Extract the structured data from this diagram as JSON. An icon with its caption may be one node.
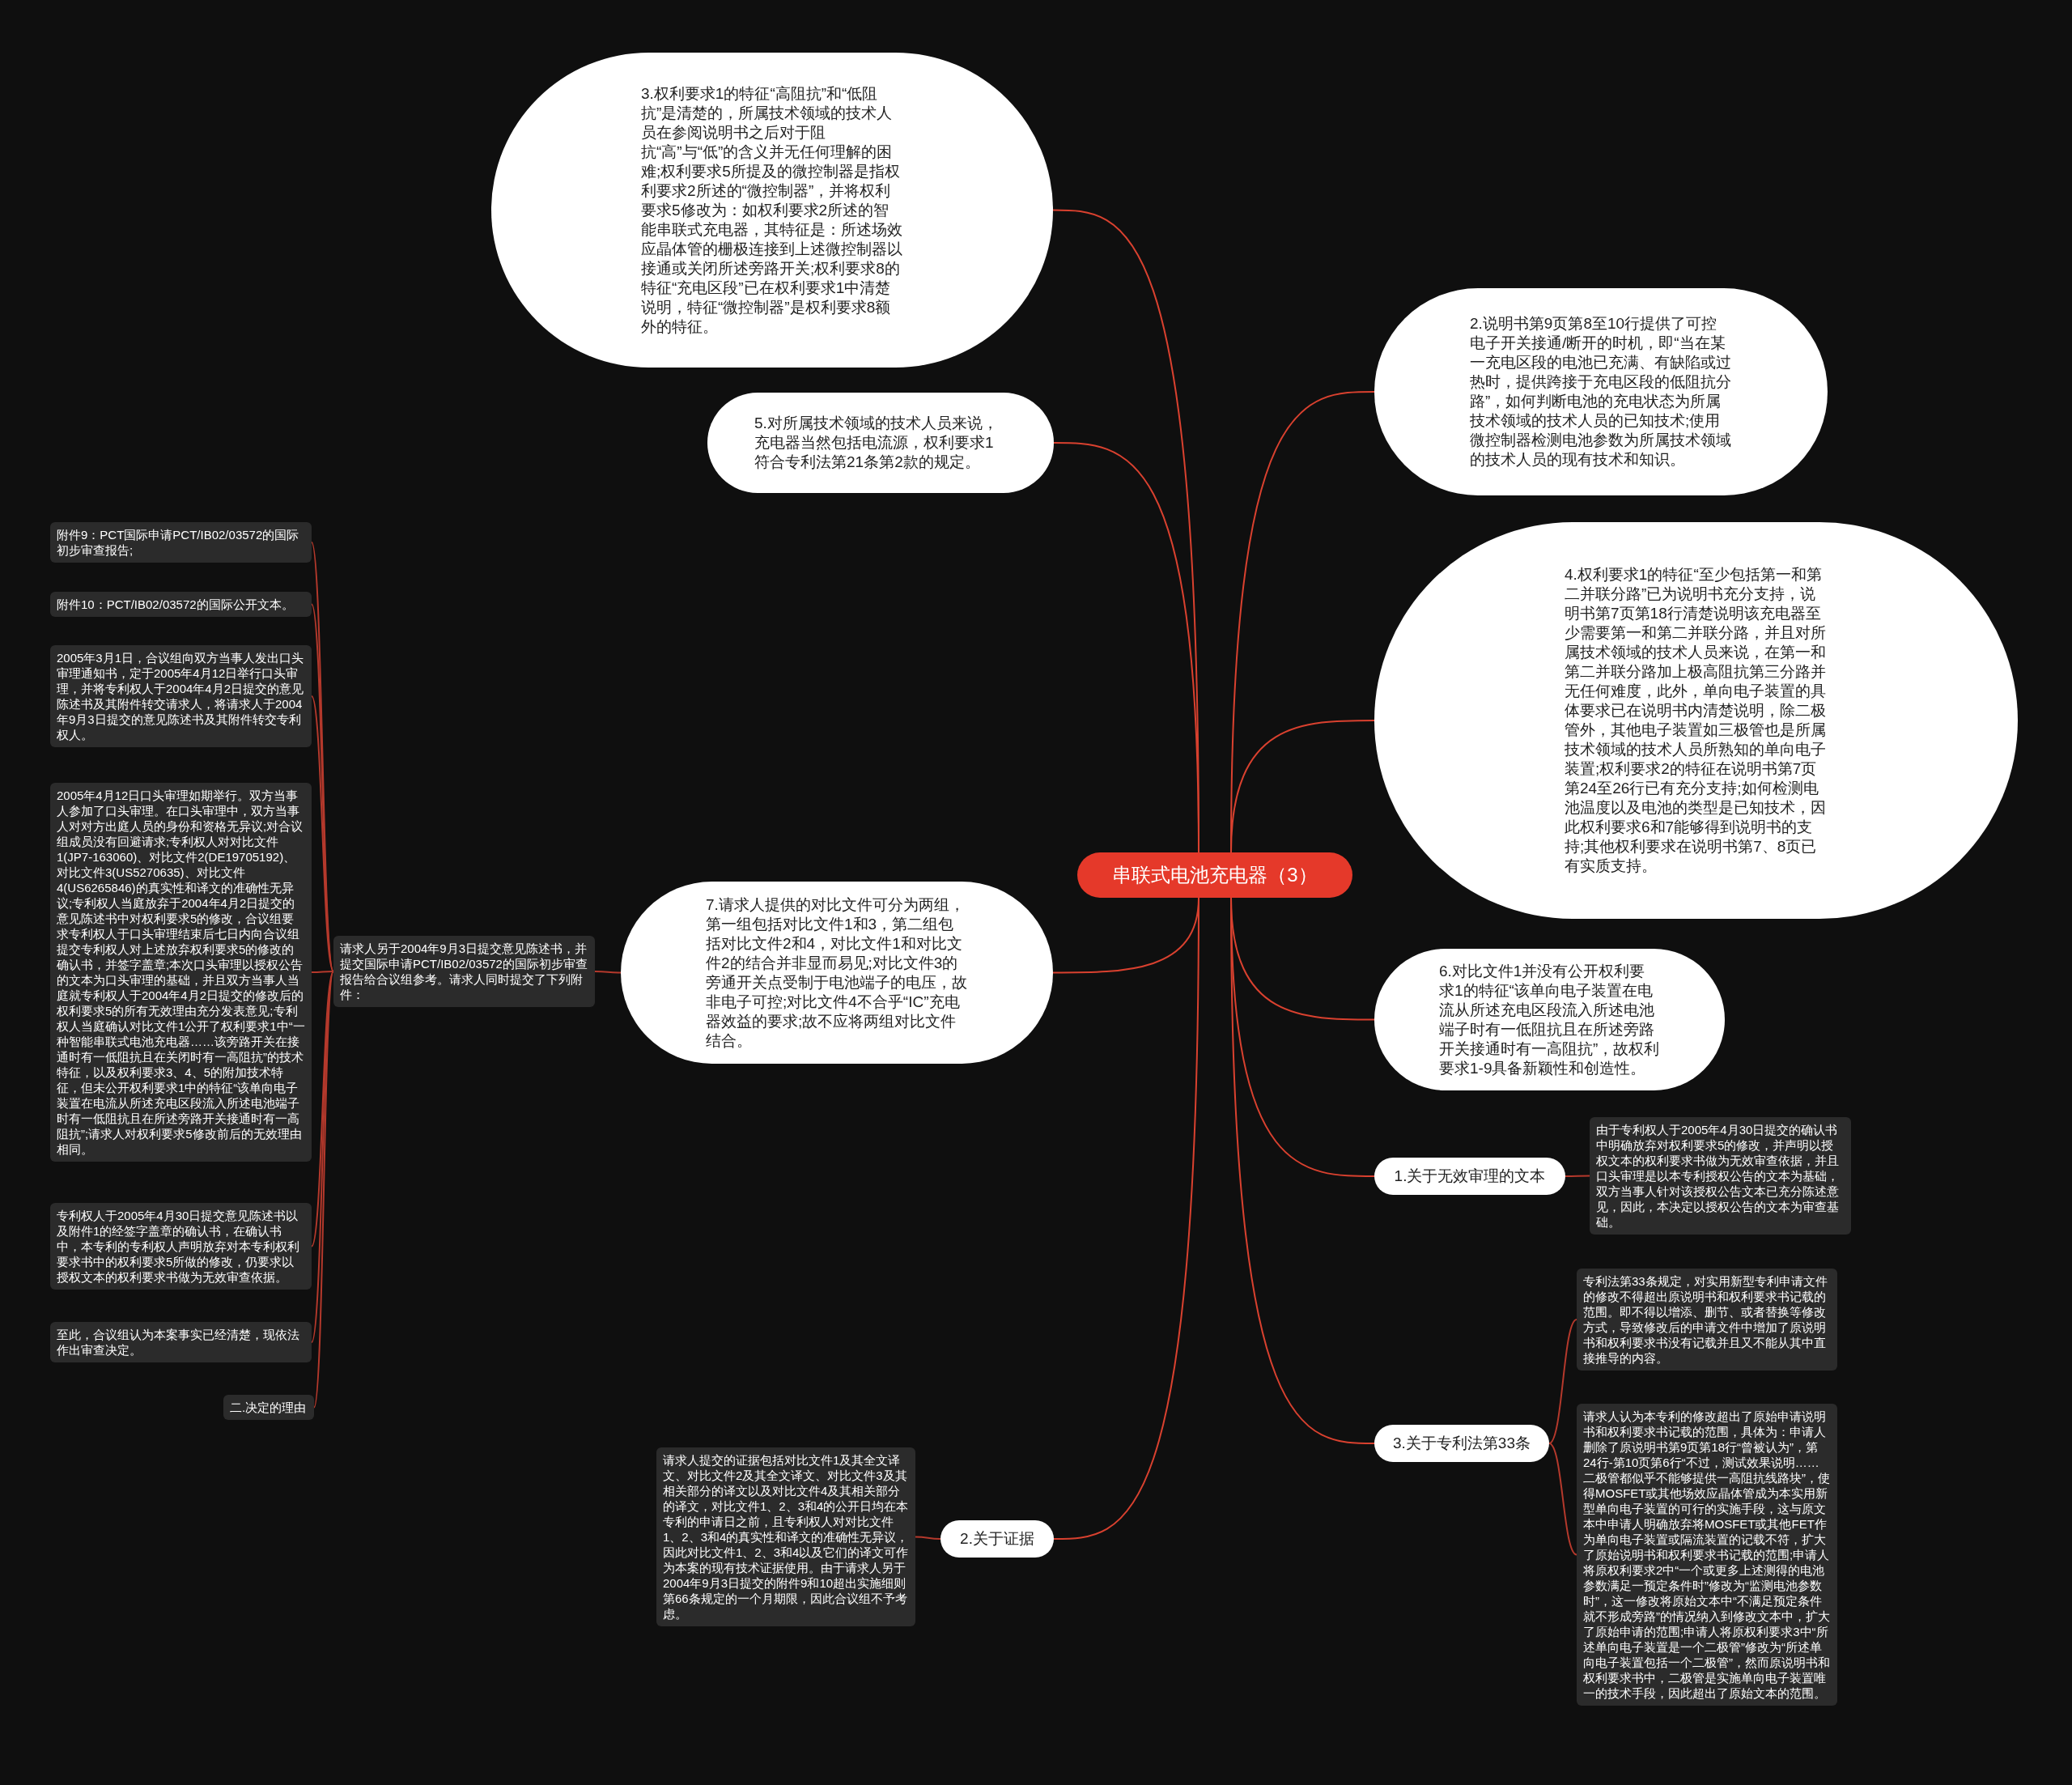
{
  "diagram": {
    "nodes": [
      {
        "text": [
          "串联式电池充电器（3）"
        ]
      },
      {
        "text": [
          "3.权利要求1的特征“高阻抗”和“低阻抗”是清楚的，所属技术领域的技术人员在参阅说明书之后对于阻抗“高”与“低”的含义并无任何理解的困难;权利要求5所提及的微控制器是指权利要求2所述的“微控制器”，并将权利要求5修改为：如权利要求2所述的智能串联式充电器，其特征是：所述场效应晶体管的栅极连接到上述微控制器以接通或关闭所述旁路开关;权利要求8的特征“充电区段”已在权利要求1中清楚说明，特征“微控制器”是权利要求8额外的特征。"
        ]
      },
      {
        "text": [
          "2.说明书第9页第8至10行提供了可控电子开关接通/断开的时机，即“当在某一充电区段的电池已充满、有缺陷或过热时，提供跨接于充电区段的低阻抗分路”，如何判断电池的充电状态为所属技术领域的技术人员的已知技术;使用微控制器检测电池参数为所属技术领域的技术人员的现有技术和知识。"
        ]
      },
      {
        "text": [
          "5.对所属技术领域的技术人员来说，充电器当然包括电流源，权利要求1符合专利法第21条第2款的规定。"
        ]
      },
      {
        "text": [
          "4.权利要求1的特征“至少包括第一和第二并联分路”已为说明书充分支持，说明书第7页第18行清楚说明该充电器至少需要第一和第二并联分路，并且对所属技术领域的技术人员来说，在第一和第二并联分路加上极高阻抗第三分路并无任何难度，此外，单向电子装置的具体要求已在说明书内清楚说明，除二极管外，其他电子装置如三极管也是所属技术领域的技术人员所熟知的单向电子装置;权利要求2的特征在说明书第7页第24至26行已有充分支持;如何检测电池温度以及电池的类型是已知技术，因此权利要求6和7能够得到说明书的支持;其他权利要求在说明书第7、8页已有实质支持。"
        ]
      },
      {
        "text": [
          "7.请求人提供的对比文件可分为两组，第一组包括对比文件1和3，第二组包括对比文件2和4，对比文件1和对比文件2的结合并非显而易见;对比文件3的旁通开关点受制于电池端子的电压，故非电子可控;对比文件4不合乎“IC”充电器效益的要求;故不应将两组对比文件结合。"
        ]
      },
      {
        "text": [
          "请求人另于2004年9月3日提交意见陈述书，并提交国际申请PCT/IB02/03572的国际初步审查报告给合议组参考。请求人同时提交了下列附件："
        ]
      },
      {
        "text": [
          "附件9：PCT国际申请PCT/IB02/03572的国际初步审查报告;"
        ]
      },
      {
        "text": [
          "附件10：PCT/IB02/03572的国际公开文本。"
        ]
      },
      {
        "text": [
          "2005年3月1日，合议组向双方当事人发出口头审理通知书，定于2005年4月12日举行口头审理，并将专利权人于2004年4月2日提交的意见陈述书及其附件转交请求人，将请求人于2004年9月3日提交的意见陈述书及其附件转交专利权人。"
        ]
      },
      {
        "text": [
          "2005年4月12日口头审理如期举行。双方当事人参加了口头审理。在口头审理中，双方当事人对对方出庭人员的身份和资格无异议;对合议组成员没有回避请求;专利权人对对比文件1(JP7-163060)、对比文件2(DE19705192)、对比文件3(US5270635)、对比文件4(US6265846)的真实性和译文的准确性无异议;专利权人当庭放弃于2004年4月2日提交的意见陈述书中对权利要求5的修改，合议组要求专利权人于口头审理结束后七日内向合议组提交专利权人对上述放弃权利要求5的修改的确认书，并签字盖章;本次口头审理以授权公告的文本为口头审理的基础，并且双方当事人当庭就专利权人于2004年4月2日提交的修改后的权利要求5的所有无效理由充分发表意见;专利权人当庭确认对比文件1公开了权利要求1中“一种智能串联式电池充电器……该旁路开关在接通时有一低阻抗且在关闭时有一高阻抗”的技术特征，以及权利要求3、4、5的附加技术特征，但未公开权利要求1中的特征“该单向电子装置在电流从所述充电区段流入所述电池端子时有一低阻抗且在所述旁路开关接通时有一高阻抗”;请求人对权利要求5修改前后的无效理由相同。"
        ]
      },
      {
        "text": [
          "专利权人于2005年4月30日提交意见陈述书以及附件1的经签字盖章的确认书，在确认书中，本专利的专利权人声明放弃对本专利权利要求书中的权利要求5所做的修改，仍要求以授权文本的权利要求书做为无效审查依据。"
        ]
      },
      {
        "text": [
          "至此，合议组认为本案事实已经清楚，现依法作出审查决定。"
        ]
      },
      {
        "text": [
          "二.决定的理由"
        ]
      },
      {
        "text": [
          "6.对比文件1并没有公开权利要求1的特征“该单向电子装置在电流从所述充电区段流入所述电池端子时有一低阻抗且在所述旁路开关接通时有一高阻抗”，故权利要求1-9具备新颖性和创造性。"
        ]
      },
      {
        "text": [
          "1.关于无效审理的文本"
        ]
      },
      {
        "text": [
          "由于专利权人于2005年4月30日提交的确认书中明确放弃对权利要求5的修改，并声明以授权文本的权利要求书做为无效审查依据，并且口头审理是以本专利授权公告的文本为基础，双方当事人针对该授权公告文本已充分陈述意见，因此，本决定以授权公告的文本为审查基础。"
        ]
      },
      {
        "text": [
          "3.关于专利法第33条"
        ]
      },
      {
        "text": [
          "专利法第33条规定，对实用新型专利申请文件的修改不得超出原说明书和权利要求书记载的范围。即不得以增添、删节、或者替换等修改方式，导致修改后的申请文件中增加了原说明书和权利要求书没有记载并且又不能从其中直接推导的内容。"
        ]
      },
      {
        "text": [
          "请求人认为本专利的修改超出了原始申请说明书和权利要求书记载的范围，具体为：申请人删除了原说明书第9页第18行“曾被认为”，第24行-第10页第6行“不过，测试效果说明……二极管都似乎不能够提供一高阻抗线路块”，使得MOSFET或其他场效应晶体管成为本实用新型单向电子装置的可行的实施手段，这与原文本中申请人明确放弃将MOSFET或其他FET作为单向电子装置或隔流装置的记载不符，扩大了原始说明书和权利要求书记载的范围;申请人将原权利要求2中“一个或更多上述测得的电池参数满足一预定条件时”修改为“监测电池参数时”，这一修改将原始文本中“不满足预定条件就不形成旁路”的情况纳入到修改文本中，扩大了原始申请的范围;申请人将原权利要求3中“所述单向电子装置是一个二极管”修改为“所述单向电子装置包括一个二极管”，然而原说明书和权利要求书中，二极管是实施单向电子装置唯一的技术手段，因此超出了原始文本的范围。"
        ]
      },
      {
        "text": [
          "2.关于证据"
        ]
      },
      {
        "text": [
          "请求人提交的证据包括对比文件1及其全文译文、对比文件2及其全文译文、对比文件3及其相关部分的译文以及对比文件4及其相关部分的译文，对比文件1、2、3和4的公开日均在本专利的申请日之前，且专利权人对对比文件1、2、3和4的真实性和译文的准确性无异议，因此对比文件1、2、3和4以及它们的译文可作为本案的现有技术证据使用。由于请求人另于2004年9月3日提交的附件9和10超出实施细则第66条规定的一个月期限，因此合议组不予考虑。"
        ]
      }
    ],
    "edges": [
      {
        "from": 0,
        "to": 1,
        "arrow": "none"
      },
      {
        "from": 0,
        "to": 2,
        "arrow": "none"
      },
      {
        "from": 0,
        "to": 3,
        "arrow": "none"
      },
      {
        "from": 0,
        "to": 4,
        "arrow": "none"
      },
      {
        "from": 0,
        "to": 5,
        "arrow": "none"
      },
      {
        "from": 0,
        "to": 14,
        "arrow": "none"
      },
      {
        "from": 0,
        "to": 15,
        "arrow": "none"
      },
      {
        "from": 0,
        "to": 17,
        "arrow": "none"
      },
      {
        "from": 0,
        "to": 20,
        "arrow": "none"
      },
      {
        "from": 5,
        "to": 6,
        "arrow": "none"
      },
      {
        "from": 6,
        "to": 7,
        "arrow": "none"
      },
      {
        "from": 6,
        "to": 8,
        "arrow": "none"
      },
      {
        "from": 6,
        "to": 9,
        "arrow": "none"
      },
      {
        "from": 6,
        "to": 10,
        "arrow": "none"
      },
      {
        "from": 6,
        "to": 11,
        "arrow": "none"
      },
      {
        "from": 6,
        "to": 12,
        "arrow": "none"
      },
      {
        "from": 6,
        "to": 13,
        "arrow": "none"
      },
      {
        "from": 15,
        "to": 16,
        "arrow": "none"
      },
      {
        "from": 17,
        "to": 18,
        "arrow": "none"
      },
      {
        "from": 17,
        "to": 19,
        "arrow": "none"
      },
      {
        "from": 20,
        "to": 21,
        "arrow": "none"
      }
    ]
  }
}
